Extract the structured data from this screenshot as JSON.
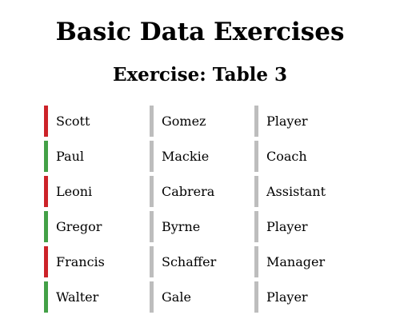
{
  "title": "Basic Data Exercises",
  "subtitle": "Exercise: Table 3",
  "colors": {
    "red": "#cc2229",
    "green": "#43a047",
    "gray": "#bdbdbd"
  },
  "rows": [
    {
      "first": "Scott",
      "last": "Gomez",
      "role": "Player",
      "marker": "red"
    },
    {
      "first": "Paul",
      "last": "Mackie",
      "role": "Coach",
      "marker": "green"
    },
    {
      "first": "Leoni",
      "last": "Cabrera",
      "role": "Assistant",
      "marker": "red"
    },
    {
      "first": "Gregor",
      "last": "Byrne",
      "role": "Player",
      "marker": "green"
    },
    {
      "first": "Francis",
      "last": "Schaffer",
      "role": "Manager",
      "marker": "red"
    },
    {
      "first": "Walter",
      "last": "Gale",
      "role": "Player",
      "marker": "green"
    }
  ]
}
